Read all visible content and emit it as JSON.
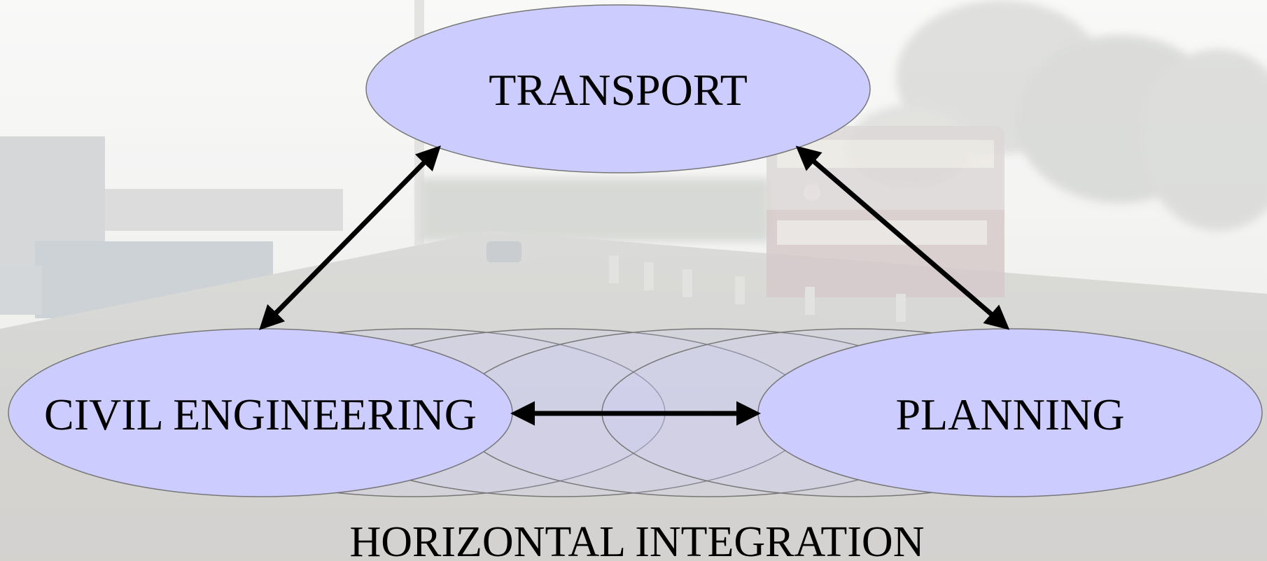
{
  "diagram": {
    "nodes": {
      "transport": {
        "label": "TRANSPORT"
      },
      "civil_engineering": {
        "label": "CIVIL ENGINEERING"
      },
      "planning": {
        "label": "PLANNING"
      }
    },
    "caption": "HORIZONTAL INTEGRATION",
    "connections": [
      {
        "from": "transport",
        "to": "civil_engineering",
        "direction": "bidirectional"
      },
      {
        "from": "transport",
        "to": "planning",
        "direction": "bidirectional"
      },
      {
        "from": "civil_engineering",
        "to": "planning",
        "direction": "bidirectional"
      }
    ]
  },
  "colors": {
    "node_fill": "#ccccff",
    "node_stroke": "#777777",
    "arrow": "#000000",
    "caption": "#000000"
  },
  "background": {
    "description_icon": "street-scene-photo",
    "opacity": "faded"
  }
}
